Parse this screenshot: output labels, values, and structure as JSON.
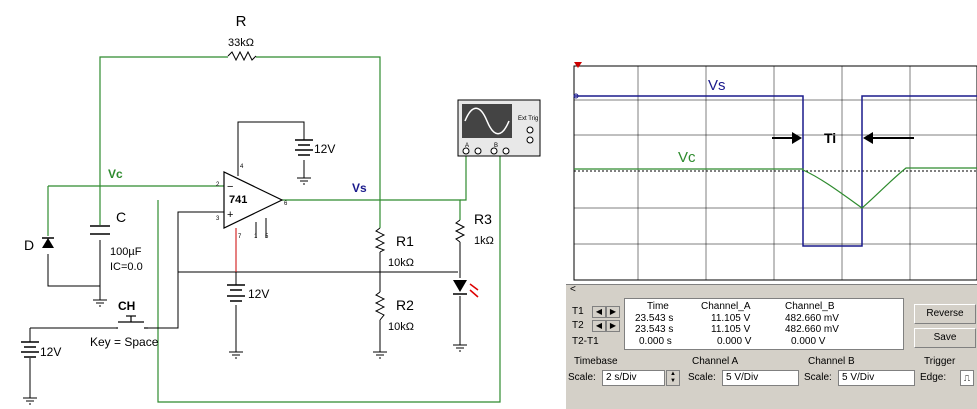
{
  "schematic": {
    "r_name": "R",
    "r_value": "33kΩ",
    "vc_label": "Vc",
    "vs_label": "Vs",
    "c_name": "C",
    "c_value": "100µF",
    "c_ic": "IC=0.0",
    "d_name": "D",
    "opamp_name": "741",
    "supply_top": "12V",
    "supply_bottom": "12V",
    "supply_left": "12V",
    "r1_name": "R1",
    "r1_value": "10kΩ",
    "r2_name": "R2",
    "r2_value": "10kΩ",
    "r3_name": "R3",
    "r3_value": "1kΩ",
    "switch_name": "CH",
    "switch_key": "Key = Space",
    "pin_minus": "−",
    "pin_plus": "+",
    "pin_4": "4",
    "pin_7": "7",
    "pin_1": "1",
    "pin_5": "5",
    "pin_6": "6",
    "pin_2": "2",
    "pin_3": "3",
    "scope_ext": "Ext Trig",
    "scope_a": "A",
    "scope_b": "B"
  },
  "scope": {
    "vs_label": "Vs",
    "vc_label": "Vc",
    "ti_label": "Ti",
    "scroll_left": "<",
    "t1_label": "T1",
    "t2_label": "T2",
    "t2t1_label": "T2-T1",
    "col_time": "Time",
    "col_a": "Channel_A",
    "col_b": "Channel_B",
    "t1_time": "23.543 s",
    "t1_a": "11.105 V",
    "t1_b": "482.660 mV",
    "t2_time": "23.543 s",
    "t2_a": "11.105 V",
    "t2_b": "482.660 mV",
    "d_time": "0.000 s",
    "d_a": "0.000 V",
    "d_b": "0.000 V",
    "reverse_label": "Reverse",
    "save_label": "Save",
    "timebase_label": "Timebase",
    "channel_a_label": "Channel A",
    "channel_b_label": "Channel B",
    "trigger_label": "Trigger",
    "scale_label": "Scale:",
    "edge_label": "Edge:",
    "timebase_value": "2 s/Div",
    "channel_a_value": "5  V/Div",
    "channel_b_value": "5  V/Div",
    "colors": {
      "vs": "#1a1a8c",
      "vc": "#2e8b2e",
      "grid": "#000000"
    }
  }
}
